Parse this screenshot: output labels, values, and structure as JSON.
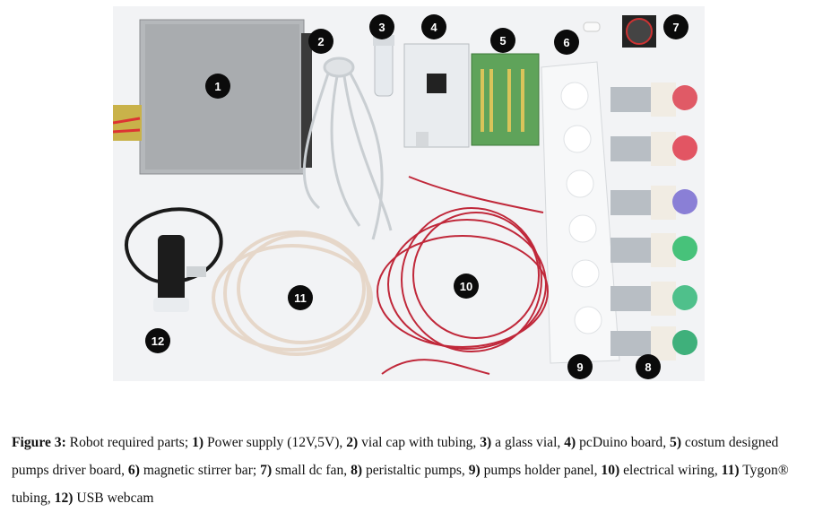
{
  "figure": {
    "labels": [
      "1",
      "2",
      "3",
      "4",
      "5",
      "6",
      "7",
      "8",
      "9",
      "10",
      "11",
      "12"
    ],
    "caption": {
      "figure_label": "Figure 3:",
      "lead": " Robot required parts; ",
      "items": [
        {
          "num": "1)",
          "text": " Power supply (12V,5V), "
        },
        {
          "num": "2)",
          "text": " vial cap with tubing, "
        },
        {
          "num": "3)",
          "text": " a glass vial, "
        },
        {
          "num": "4)",
          "text": " pcDuino board, "
        },
        {
          "num": "5)",
          "text": " costum designed pumps driver board, "
        },
        {
          "num": "6)",
          "text": " magnetic stirrer bar; "
        },
        {
          "num": "7)",
          "text": " small dc fan, "
        },
        {
          "num": "8)",
          "text": " peristaltic pumps, "
        },
        {
          "num": "9)",
          "text": " pumps holder panel, "
        },
        {
          "num": "10)",
          "text": " electrical wiring, "
        },
        {
          "num": "11)",
          "text": " Tygon® tubing, "
        },
        {
          "num": "12)",
          "text": " USB webcam"
        }
      ]
    },
    "colors": {
      "background": "#f2f3f5",
      "badge": "#0b0b0b",
      "wire": "#c0283a",
      "pcb_green": "#5fa35a",
      "board_white": "#e9ecef"
    }
  }
}
